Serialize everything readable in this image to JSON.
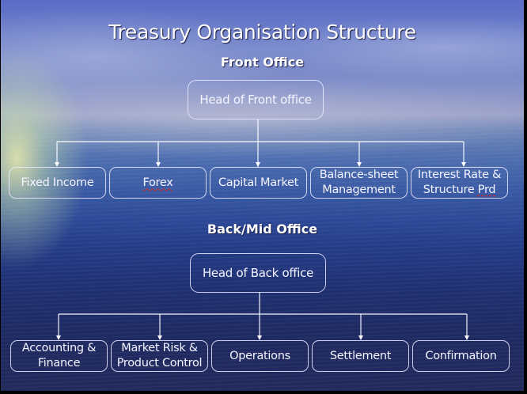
{
  "slide": {
    "title": "Treasury Organisation Structure",
    "sections": [
      {
        "heading": "Front Office",
        "head": {
          "label": "Head of Front office"
        },
        "children": [
          {
            "line1": "Fixed Income",
            "line2": ""
          },
          {
            "line1": "Forex",
            "line2": "",
            "spellcheck_flag": true
          },
          {
            "line1": "Capital Market",
            "line2": ""
          },
          {
            "line1": "Balance-sheet",
            "line2": "Management"
          },
          {
            "line1": "Interest Rate &",
            "line2_plain": "Structure ",
            "line2_flag": "Prd"
          }
        ]
      },
      {
        "heading": "Back/Mid Office",
        "head": {
          "label": "Head of Back office"
        },
        "children": [
          {
            "line1": "Accounting &",
            "line2": "Finance"
          },
          {
            "line1": "Market Risk &",
            "line2": "Product Control"
          },
          {
            "line1": "Operations",
            "line2": ""
          },
          {
            "line1": "Settlement",
            "line2": ""
          },
          {
            "line1": "Confirmation",
            "line2": ""
          }
        ]
      }
    ],
    "colors": {
      "line": "#ffffff",
      "box_border": "#ebebff",
      "text": "#ffffff",
      "spellcheck_underline": "#c03030"
    }
  }
}
